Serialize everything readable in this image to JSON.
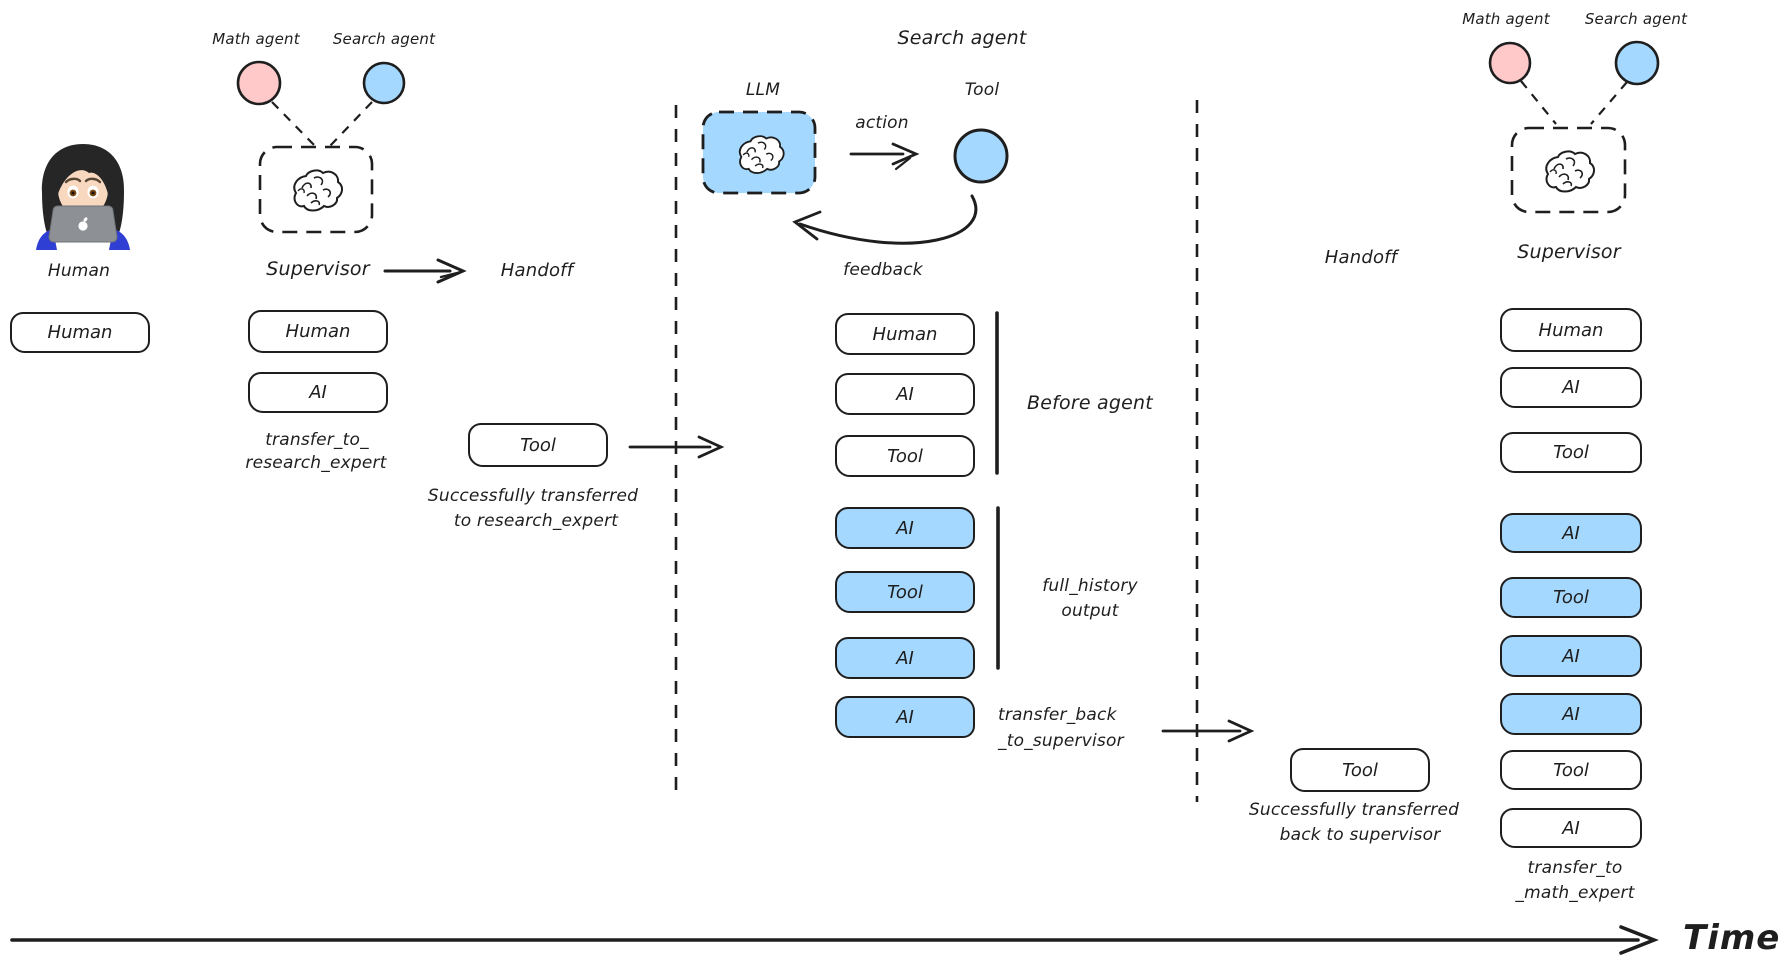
{
  "colors": {
    "ink": "#1e1e1e",
    "blue": "#a5d8ff",
    "pink": "#ffc9c9"
  },
  "left": {
    "caption": "Human",
    "box": "Human"
  },
  "supervisor_left": {
    "math_agent": "Math agent",
    "search_agent": "Search agent",
    "supervisor": "Supervisor",
    "handoff": "Handoff",
    "messages": [
      {
        "label": "Human",
        "variant": "white"
      },
      {
        "label": "AI",
        "variant": "white"
      }
    ],
    "transfer_line1": "transfer_to_",
    "transfer_line2": "research_expert",
    "tool_box": "Tool",
    "success_line1": "Successfully transferred",
    "success_line2": "to research_expert"
  },
  "search_agent_panel": {
    "title": "Search agent",
    "llm": "LLM",
    "action": "action",
    "tool": "Tool",
    "feedback": "feedback",
    "messages": [
      {
        "label": "Human",
        "variant": "white"
      },
      {
        "label": "AI",
        "variant": "white"
      },
      {
        "label": "Tool",
        "variant": "white"
      },
      {
        "label": "AI",
        "variant": "blue"
      },
      {
        "label": "Tool",
        "variant": "blue"
      },
      {
        "label": "AI",
        "variant": "blue"
      },
      {
        "label": "AI",
        "variant": "blue"
      }
    ],
    "before_agent": "Before agent",
    "full_history_line1": "full_history",
    "full_history_line2": "output",
    "transfer_line1": "transfer_back",
    "transfer_line2": "_to_supervisor"
  },
  "handoff_right": {
    "handoff": "Handoff",
    "tool_box": "Tool",
    "success_line1": "Successfully transferred",
    "success_line2": "back to supervisor"
  },
  "supervisor_right": {
    "math_agent": "Math agent",
    "search_agent": "Search agent",
    "supervisor": "Supervisor",
    "messages": [
      {
        "label": "Human",
        "variant": "white"
      },
      {
        "label": "AI",
        "variant": "white"
      },
      {
        "label": "Tool",
        "variant": "white"
      },
      {
        "label": "AI",
        "variant": "blue"
      },
      {
        "label": "Tool",
        "variant": "blue"
      },
      {
        "label": "AI",
        "variant": "blue"
      },
      {
        "label": "AI",
        "variant": "blue"
      },
      {
        "label": "Tool",
        "variant": "white"
      },
      {
        "label": "AI",
        "variant": "white"
      }
    ],
    "transfer_line1": "transfer_to",
    "transfer_line2": "_math_expert"
  },
  "time_axis": {
    "label": "Time"
  },
  "icons": {
    "supervisor_left": "brain-icon",
    "llm": "brain-icon",
    "supervisor_right": "brain-icon",
    "human": "woman-technologist-emoji"
  }
}
